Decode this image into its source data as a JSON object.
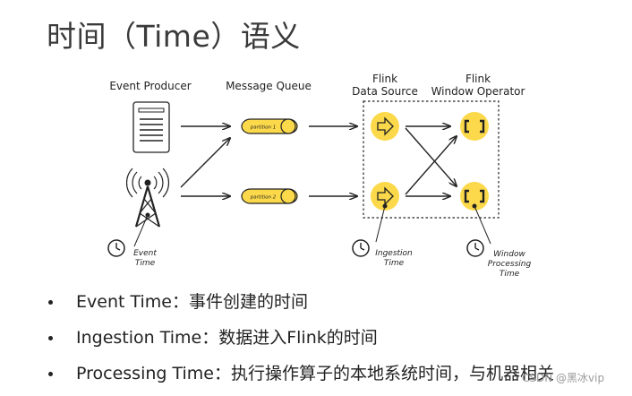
{
  "title": "时间（Time）语义",
  "diagram": {
    "event_producer_label": "Event Producer",
    "message_queue_label": "Message Queue",
    "flink_source_label_1": "Flink",
    "flink_source_label_2": "Data Source",
    "flink_window_label_1": "Flink",
    "flink_window_label_2": "Window Operator",
    "partition_1_label": "partition 1",
    "partition_2_label": "partition 2",
    "event_time_label_1": "Event",
    "event_time_label_2": "Time",
    "ingestion_time_label_1": "Ingestion",
    "ingestion_time_label_2": "Time",
    "window_time_label_1": "Window",
    "window_time_label_2": "Processing",
    "window_time_label_3": "Time",
    "colors": {
      "accent_yellow": "#fcd94a",
      "stroke": "#222222"
    }
  },
  "bullets": [
    "Event Time：事件创建的时间",
    "Ingestion Time：数据进入Flink的时间",
    "Processing Time：执行操作算子的本地系统时间，与机器相关"
  ],
  "watermark": "CSDN @黑冰vip"
}
